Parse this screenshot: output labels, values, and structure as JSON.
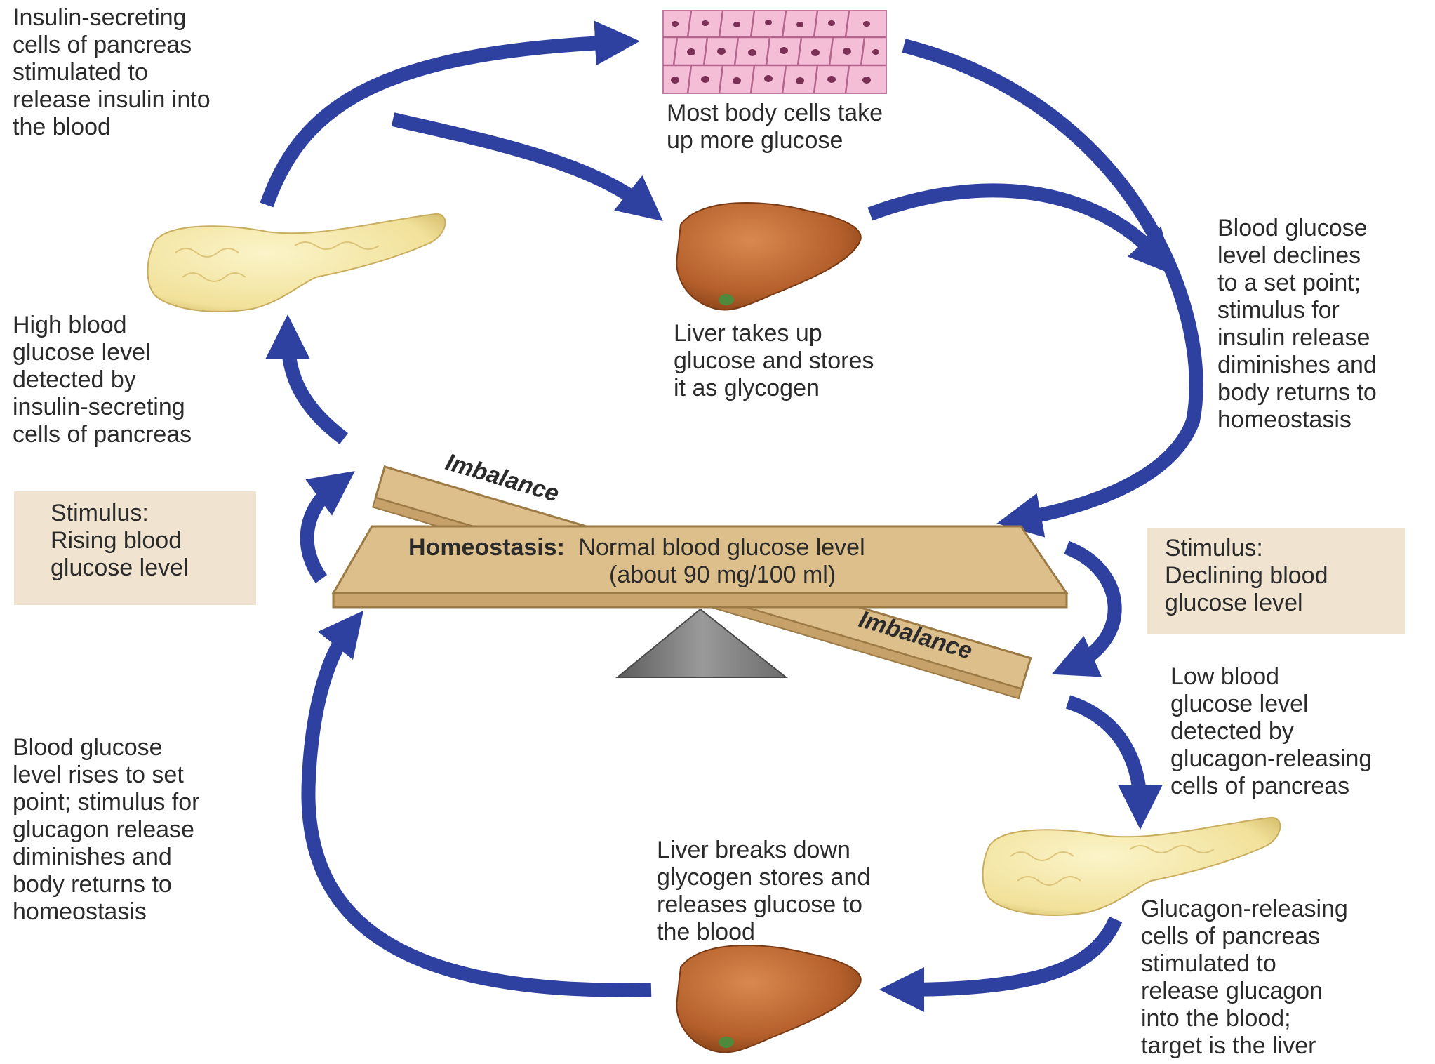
{
  "balance": {
    "homeostasis_bold": "Homeostasis:",
    "homeostasis_rest": "Normal blood glucose level",
    "homeostasis_line2": "(about 90 mg/100 ml)",
    "imbalance_upper": "Imbalance",
    "imbalance_lower": "Imbalance"
  },
  "stimulus_left": {
    "lines": [
      "Stimulus:",
      "Rising blood",
      "glucose level"
    ]
  },
  "stimulus_right": {
    "lines": [
      "Stimulus:",
      "Declining blood",
      "glucose level"
    ]
  },
  "labels": {
    "insulin_release": [
      "Insulin-secreting",
      "cells of pancreas",
      "stimulated to",
      "release insulin into",
      "the blood"
    ],
    "body_cells": [
      "Most body cells take",
      "up more glucose"
    ],
    "liver_stores": [
      "Liver takes up",
      "glucose and stores",
      "it as glycogen"
    ],
    "glucose_declines": [
      "Blood glucose",
      "level declines",
      "to a set point;",
      "stimulus for",
      "insulin release",
      "diminishes and",
      "body returns to",
      "homeostasis"
    ],
    "high_detected": [
      "High blood",
      "glucose level",
      "detected by",
      "insulin-secreting",
      "cells of pancreas"
    ],
    "low_detected": [
      "Low blood",
      "glucose level",
      "detected by",
      "glucagon-releasing",
      "cells of pancreas"
    ],
    "glucose_rises": [
      "Blood glucose",
      "level rises to set",
      "point; stimulus for",
      "glucagon release",
      "diminishes and",
      "body returns to",
      "homeostasis"
    ],
    "liver_breaks": [
      "Liver breaks down",
      "glycogen stores and",
      "releases glucose to",
      "the blood"
    ],
    "glucagon_release": [
      "Glucagon-releasing",
      "cells of pancreas",
      "stimulated to",
      "release glucagon",
      "into the blood;",
      "target is the liver"
    ]
  },
  "colors": {
    "arrow": "#2f41a0",
    "beam_fill": "#ddbf8c",
    "beam_stroke": "#9c7a45",
    "stimulus_box": "#f0e4d0",
    "fulcrum": "#8d8d8d",
    "liver": "#b5602c",
    "pancreas": "#f4e8a8",
    "cells": "#f4bfd6"
  },
  "icons": [
    "body-cells-illustration",
    "liver-illustration",
    "pancreas-illustration",
    "fulcrum-triangle"
  ]
}
